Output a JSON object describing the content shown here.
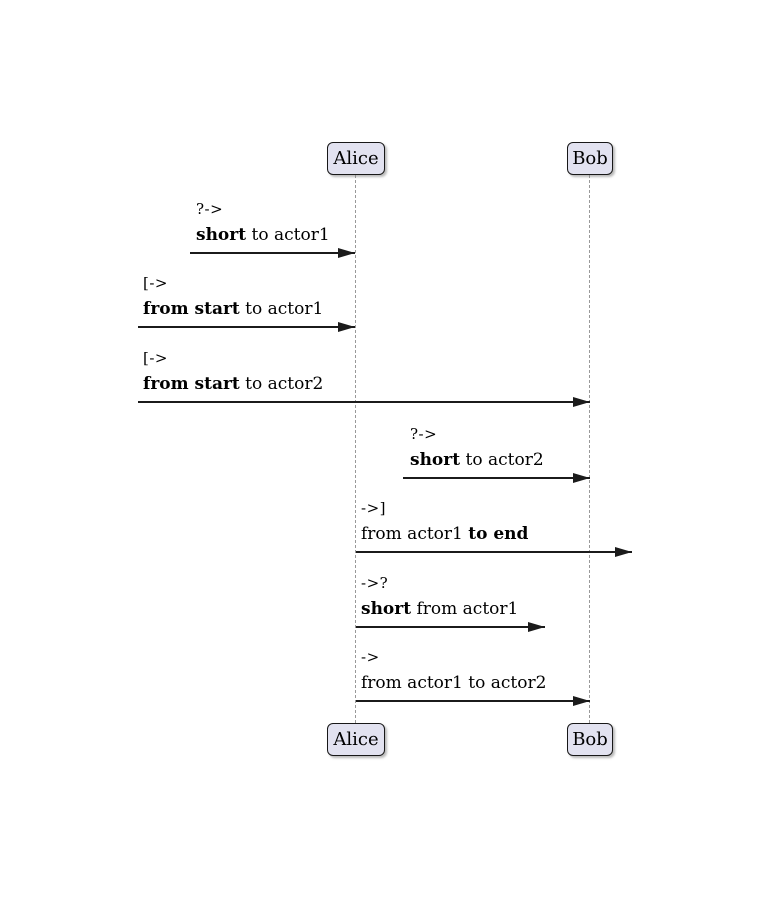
{
  "diagram_type": "sequence-diagram",
  "actors": [
    {
      "id": "actor1",
      "label": "Alice"
    },
    {
      "id": "actor2",
      "label": "Bob"
    }
  ],
  "messages": [
    {
      "code": "?->",
      "parts": [
        {
          "text": "short",
          "bold": true
        },
        {
          "text": " to actor1",
          "bold": false
        }
      ]
    },
    {
      "code": "[->",
      "parts": [
        {
          "text": "from start",
          "bold": true
        },
        {
          "text": " to actor1",
          "bold": false
        }
      ]
    },
    {
      "code": "[->",
      "parts": [
        {
          "text": "from start",
          "bold": true
        },
        {
          "text": " to actor2",
          "bold": false
        }
      ]
    },
    {
      "code": "?->",
      "parts": [
        {
          "text": "short",
          "bold": true
        },
        {
          "text": " to actor2",
          "bold": false
        }
      ]
    },
    {
      "code": "->]",
      "parts": [
        {
          "text": "from actor1 ",
          "bold": false
        },
        {
          "text": "to end",
          "bold": true
        }
      ]
    },
    {
      "code": "->?",
      "parts": [
        {
          "text": "short",
          "bold": true
        },
        {
          "text": " from actor1",
          "bold": false
        }
      ]
    },
    {
      "code": "->",
      "parts": [
        {
          "text": "from actor1 to actor2",
          "bold": false
        }
      ]
    }
  ],
  "colors": {
    "actor_fill": "#E2E2F0",
    "actor_border": "#181818",
    "lifeline": "#999999",
    "arrow": "#1b1b1b",
    "text": "#000000",
    "background": "#ffffff"
  }
}
